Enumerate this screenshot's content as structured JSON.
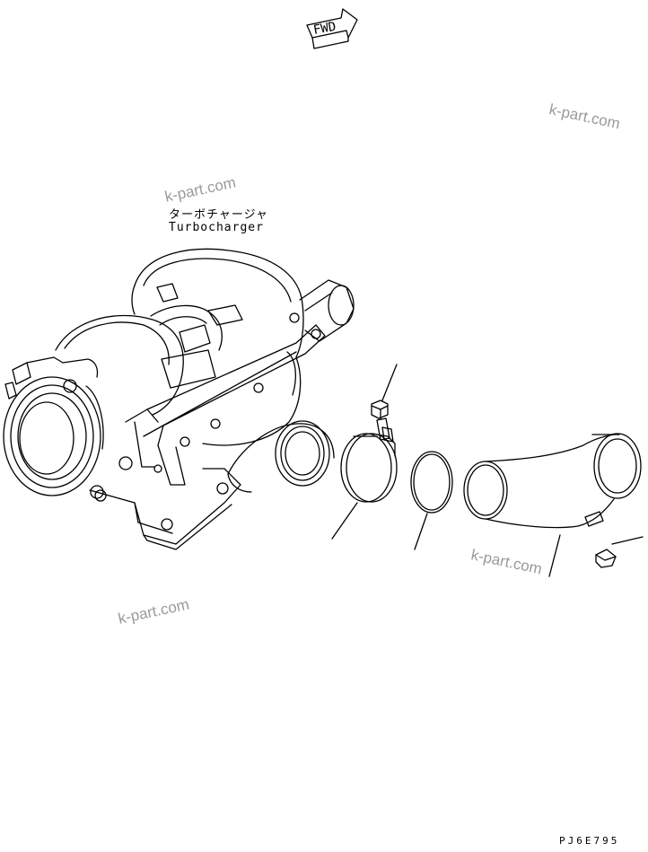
{
  "labels": {
    "turbocharger_jp": "ターボチャージャ",
    "turbocharger_en": "Turbocharger",
    "fwd": "FWD",
    "drawing_code": "PJ6E795"
  },
  "watermarks": [
    "k-part.com",
    "k-part.com",
    "k-part.com",
    "k-part.com"
  ],
  "colors": {
    "line": "#000000",
    "watermark": "#9a9a9a",
    "background": "#ffffff"
  }
}
